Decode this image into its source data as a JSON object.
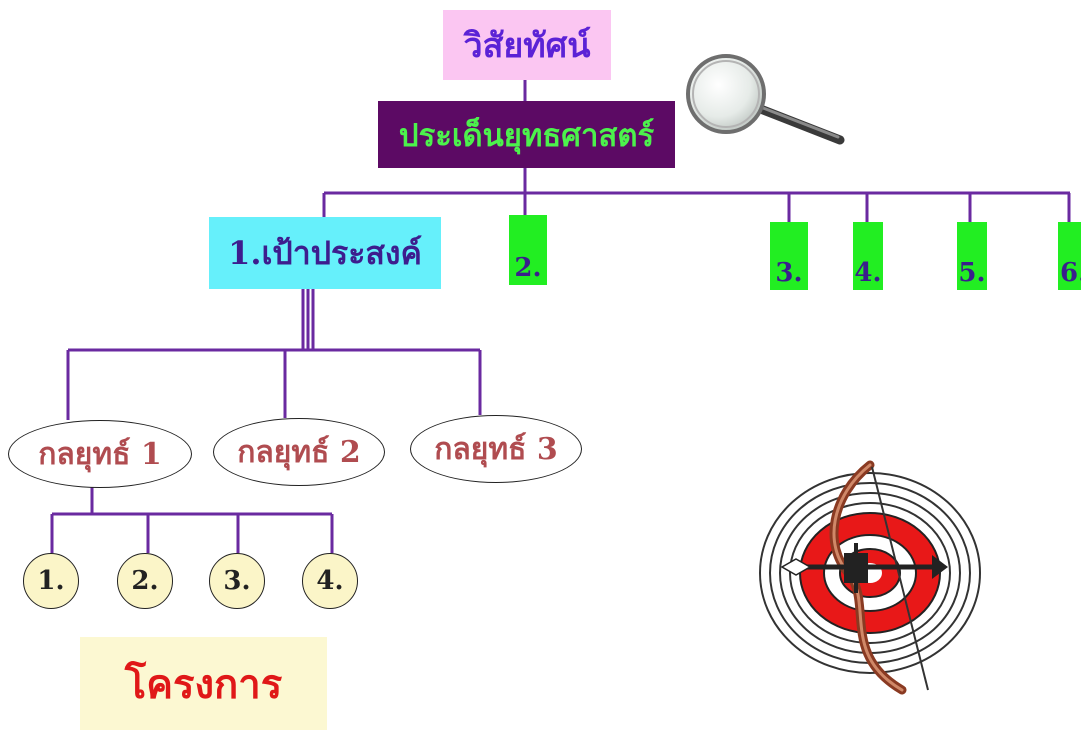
{
  "vision_label": "วิสัยทัศน์",
  "issue_label": "ประเด็นยุทธศาสตร์",
  "goals": [
    {
      "label": "1.เป้าประสงค์"
    },
    {
      "label": "2."
    },
    {
      "label": "3."
    },
    {
      "label": "4."
    },
    {
      "label": "5."
    },
    {
      "label": "6."
    }
  ],
  "strategies": [
    {
      "label": "กลยุทธ์ 1"
    },
    {
      "label": "กลยุทธ์ 2"
    },
    {
      "label": "กลยุทธ์ 3"
    }
  ],
  "measures": [
    {
      "label": "1."
    },
    {
      "label": "2."
    },
    {
      "label": "3."
    },
    {
      "label": "4."
    }
  ],
  "project_label": "โครงการ",
  "icons": [
    "magnifying-glass-icon",
    "archery-target-icon"
  ],
  "colors": {
    "connector": "#6a2aa0",
    "vision_bg": "#fbc6f2",
    "issue_bg": "#5c0a64",
    "goal_bg": "#66f0fb",
    "goal_box_bg": "#22ee22",
    "strategy_text": "#b04c50",
    "project_text": "#e01818"
  }
}
